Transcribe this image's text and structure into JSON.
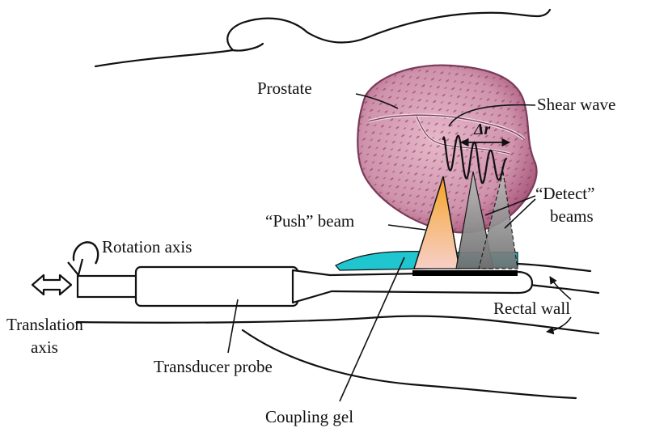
{
  "labels": {
    "prostate": "Prostate",
    "shear_wave": "Shear wave",
    "delta_r": "Δr",
    "push_beam": "“Push” beam",
    "detect_beams_1": "“Detect”",
    "detect_beams_2": "beams",
    "rotation_axis": "Rotation axis",
    "translation_axis_1": "Translation",
    "translation_axis_2": "axis",
    "rectal_wall": "Rectal wall",
    "transducer_probe": "Transducer probe",
    "coupling_gel": "Coupling gel"
  },
  "colors": {
    "prostate_fill": "#c98aa6",
    "prostate_stroke": "#7a3b5a",
    "tissue_spots": "#8c3a4a",
    "gel": "#1fc6d0",
    "push_beam_top": "#f3a21a",
    "push_beam_bottom": "#f6c8bf",
    "detect_beam": "#8d8d8d",
    "array": "#000000"
  },
  "icons": {
    "rotation": "curved-arrow-icon",
    "translation": "double-arrow-icon"
  }
}
